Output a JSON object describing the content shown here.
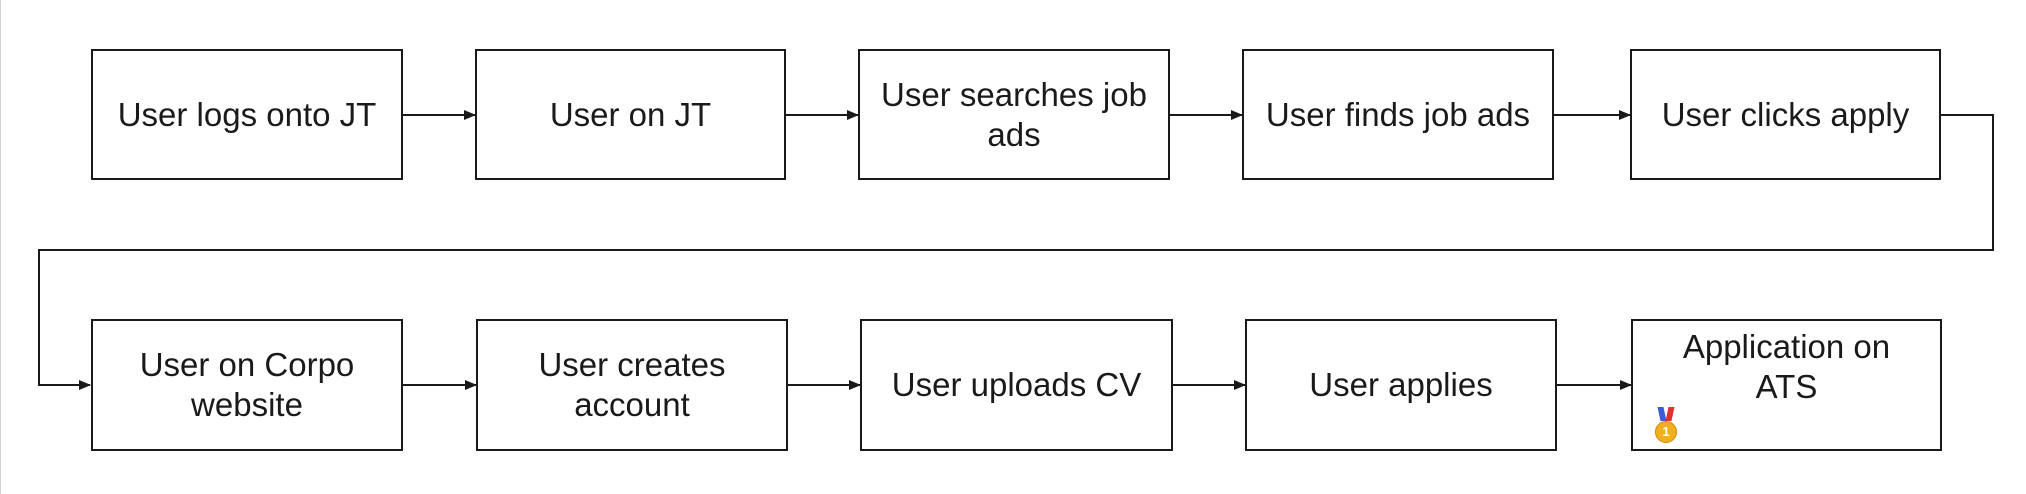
{
  "diagram": {
    "nodes": [
      {
        "id": "n1",
        "label": "User logs onto JT"
      },
      {
        "id": "n2",
        "label": "User on JT"
      },
      {
        "id": "n3",
        "label": "User searches job ads"
      },
      {
        "id": "n4",
        "label": "User finds job ads"
      },
      {
        "id": "n5",
        "label": "User clicks apply"
      },
      {
        "id": "n6",
        "label": "User on Corpo website"
      },
      {
        "id": "n7",
        "label": "User creates account"
      },
      {
        "id": "n8",
        "label": "User uploads CV"
      },
      {
        "id": "n9",
        "label": "User applies"
      },
      {
        "id": "n10",
        "label": "Application on ATS",
        "icon": "first-place-medal-icon",
        "icon_glyph": "1"
      }
    ],
    "edges": [
      {
        "from": "n1",
        "to": "n2"
      },
      {
        "from": "n2",
        "to": "n3"
      },
      {
        "from": "n3",
        "to": "n4"
      },
      {
        "from": "n4",
        "to": "n5"
      },
      {
        "from": "n5",
        "to": "n6"
      },
      {
        "from": "n6",
        "to": "n7"
      },
      {
        "from": "n7",
        "to": "n8"
      },
      {
        "from": "n8",
        "to": "n9"
      },
      {
        "from": "n9",
        "to": "n10"
      }
    ],
    "colors": {
      "stroke": "#1a1a1a",
      "background": "#ffffff",
      "medal_gold": "#f2b01e"
    }
  }
}
